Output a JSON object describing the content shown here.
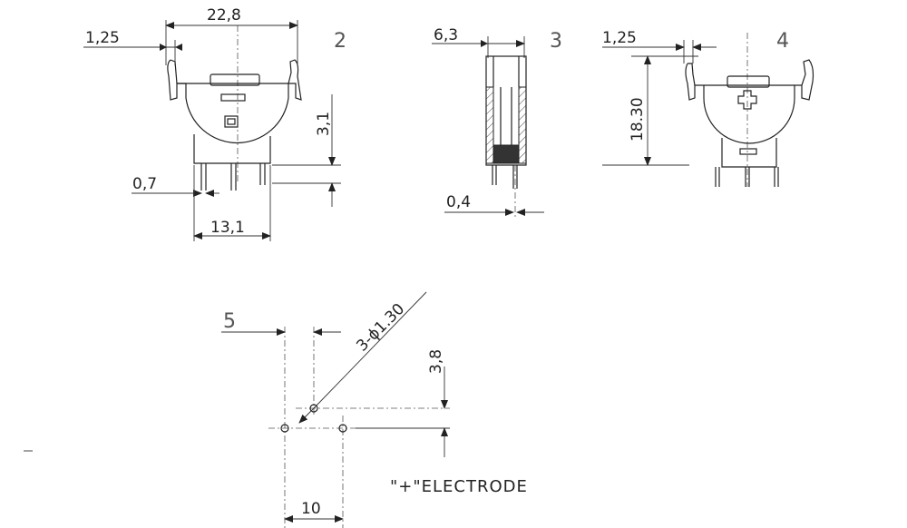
{
  "views": {
    "v2": {
      "number": "2",
      "dims": {
        "top_width": "22,8",
        "tab_offset": "1,25",
        "height": "3,1",
        "pin_width": "0,7",
        "pin_span": "13,1"
      }
    },
    "v3": {
      "number": "3",
      "dims": {
        "thickness": "6,3",
        "pin_thickness": "0,4"
      }
    },
    "v4": {
      "number": "4",
      "dims": {
        "tab_offset": "1,25",
        "height": "18.30"
      }
    },
    "footprint": {
      "dims": {
        "hole_offset_x": "5",
        "hole_dia": "3-ϕ1.30",
        "hole_offset_y": "3,8",
        "pitch": "10"
      },
      "caption": "\"+\"ELECTRODE"
    }
  },
  "colors": {
    "line": "#222222",
    "background": "#ffffff"
  }
}
